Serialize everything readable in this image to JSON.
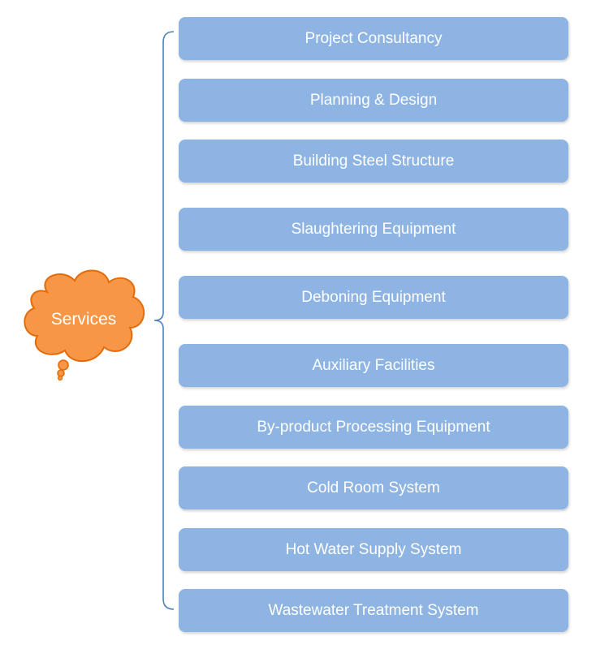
{
  "root": {
    "label": "Services",
    "fill_color": "#f79646",
    "stroke_color": "#e36c09"
  },
  "services": [
    {
      "label": "Project Consultancy"
    },
    {
      "label": "Planning & Design"
    },
    {
      "label": "Building Steel Structure"
    },
    {
      "label": "Slaughtering Equipment"
    },
    {
      "label": "Deboning Equipment"
    },
    {
      "label": "Auxiliary Facilities"
    },
    {
      "label": "By-product Processing Equipment"
    },
    {
      "label": "Cold Room System"
    },
    {
      "label": "Hot Water Supply System"
    },
    {
      "label": "Wastewater Treatment System"
    }
  ],
  "colors": {
    "box_fill": "#8eb4e3",
    "bracket": "#4f81bd",
    "text": "#ffffff"
  }
}
